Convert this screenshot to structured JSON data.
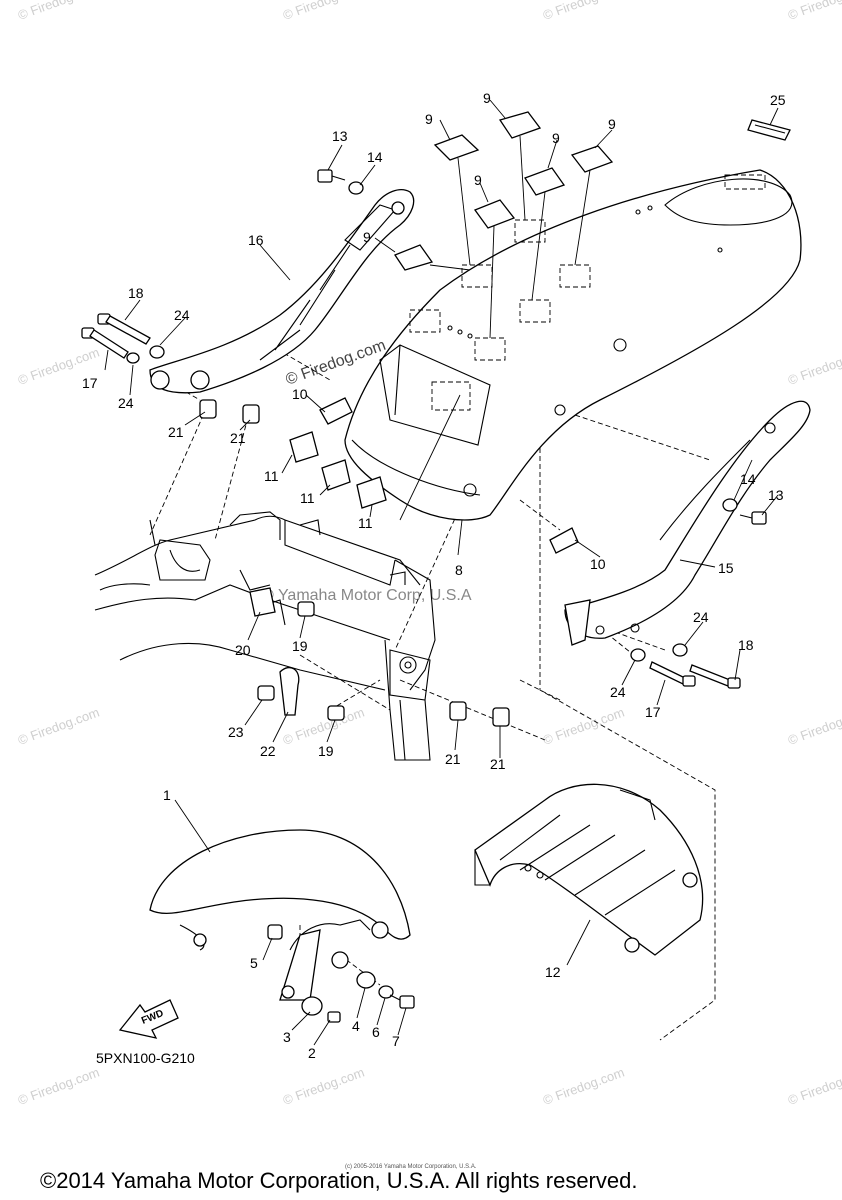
{
  "watermarks": {
    "site": "© Firedog.com",
    "center_site": "© Firedog.com",
    "center_corp": "© Yamaha Motor Corp, U.S.A"
  },
  "callouts": [
    "1",
    "2",
    "3",
    "4",
    "5",
    "6",
    "7",
    "8",
    "9",
    "10",
    "11",
    "12",
    "13",
    "14",
    "15",
    "16",
    "17",
    "18",
    "19",
    "20",
    "21",
    "22",
    "23",
    "24",
    "25"
  ],
  "part_code": "5PXN100-G210",
  "fwd_label": "FWD",
  "tiny_text": "(c) 2005-2016 Yamaha Motor Corporation, U.S.A.",
  "copyright": "©2014 Yamaha Motor Corporation, U.S.A. All rights reserved."
}
